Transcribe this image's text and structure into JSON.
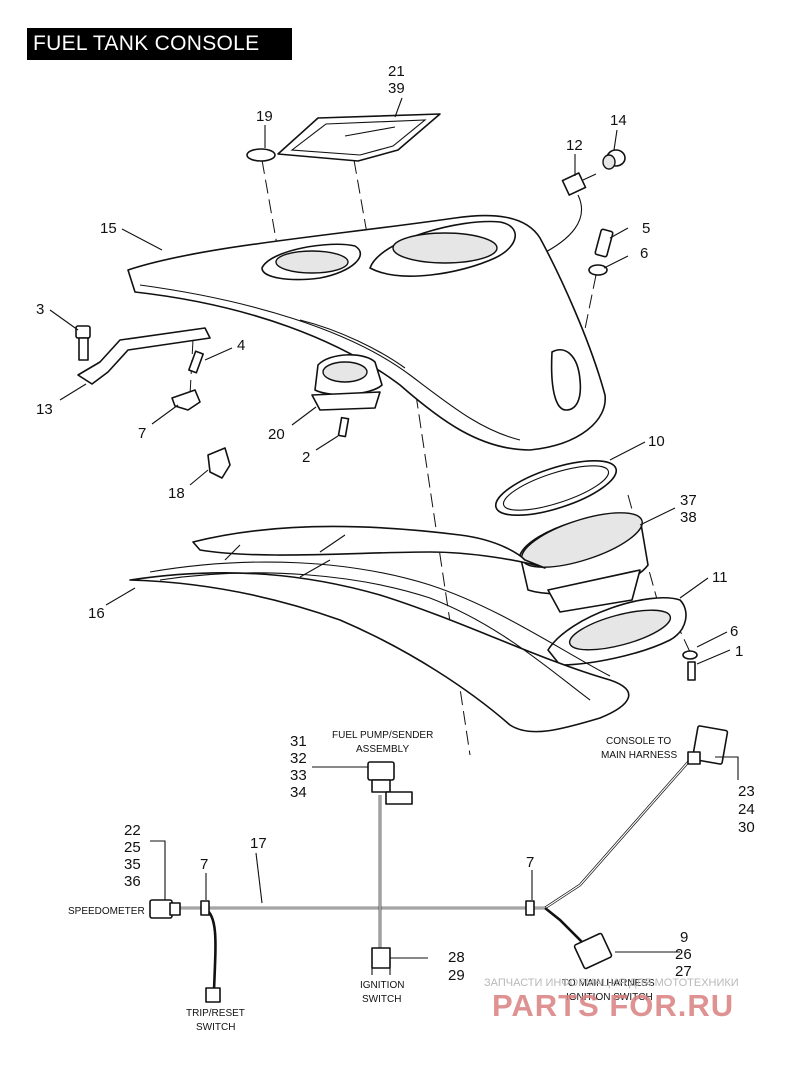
{
  "title": "FUEL TANK CONSOLE",
  "callouts": {
    "n21": "21",
    "n39": "39",
    "n19": "19",
    "n14": "14",
    "n12": "12",
    "n15": "15",
    "n5": "5",
    "n6a": "6",
    "n3": "3",
    "n4": "4",
    "n13": "13",
    "n7a": "7",
    "n20": "20",
    "n2": "2",
    "n10": "10",
    "n18": "18",
    "n37": "37",
    "n38": "38",
    "n11": "11",
    "n16": "16",
    "n6b": "6",
    "n1": "1",
    "n31": "31",
    "n32": "32",
    "n33": "33",
    "n34": "34",
    "n23": "23",
    "n24": "24",
    "n30": "30",
    "n22": "22",
    "n25": "25",
    "n35": "35",
    "n36": "36",
    "n7b": "7",
    "n17": "17",
    "n7c": "7",
    "n9": "9",
    "n26": "26",
    "n27": "27",
    "n28": "28",
    "n29": "29"
  },
  "captions": {
    "fuel_pump_1": "FUEL PUMP/SENDER",
    "fuel_pump_2": "ASSEMBLY",
    "console_1": "CONSOLE TO",
    "console_2": "MAIN HARNESS",
    "speedometer": "SPEEDOMETER",
    "ignition_1": "IGNITION",
    "ignition_2": "SWITCH",
    "trip_1": "TRIP/RESET",
    "trip_2": "SWITCH",
    "main_1": "TO MAIN HARNESS",
    "main_2": "IGNITION SWITCH"
  },
  "watermark": {
    "line1": "ЗАПЧАСТИ ИНФОРМАЦИЯ ДЛЯ МОТОТЕХНИКИ",
    "line2": "PARTS FOR.RU"
  }
}
